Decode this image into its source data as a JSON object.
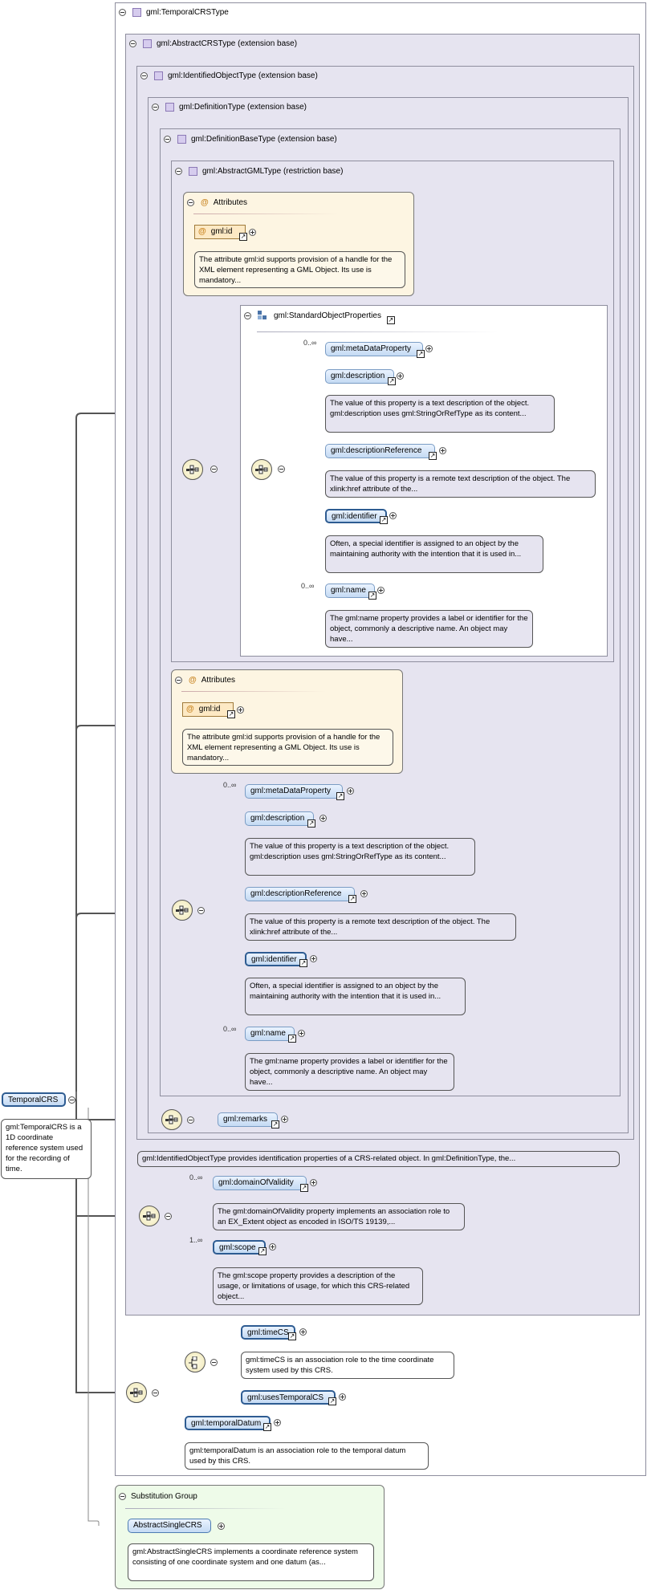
{
  "root": {
    "name": "TemporalCRS",
    "doc": "gml:TemporalCRS is a 1D coordinate reference system used for the recording of time."
  },
  "types": {
    "temporalcrs": "gml:TemporalCRSType",
    "abstractcrs": "gml:AbstractCRSType (extension base)",
    "identified": "gml:IdentifiedObjectType (extension base)",
    "definition": "gml:DefinitionType (extension base)",
    "definitionbase": "gml:DefinitionBaseType (extension base)",
    "abstractgml": "gml:AbstractGMLType (restriction base)"
  },
  "attributes_title": "Attributes",
  "gml_id": {
    "name": "gml:id",
    "doc": "The attribute gml:id supports provision of a handle for the XML element representing a GML Object. Its use is mandatory..."
  },
  "std_props": {
    "group_name": "gml:StandardObjectProperties",
    "meta": {
      "name": "gml:metaDataProperty",
      "card": "0..∞"
    },
    "description": {
      "name": "gml:description",
      "doc": "The value of this property is a text description of the object. gml:description uses gml:StringOrRefType as its content..."
    },
    "descref": {
      "name": "gml:descriptionReference",
      "doc": "The value of this property is a remote text description of the object. The xlink:href attribute of the..."
    },
    "identifier": {
      "name": "gml:identifier",
      "doc": "Often, a special identifier is assigned to an object by the maintaining authority with the intention that it is used in..."
    },
    "name": {
      "name": "gml:name",
      "card": "0..∞",
      "doc": "The gml:name property provides a label or identifier for the object, commonly a descriptive name. An object may have..."
    }
  },
  "remarks": {
    "name": "gml:remarks"
  },
  "identified_doc": "gml:IdentifiedObjectType provides identification properties of a CRS-related object. In gml:DefinitionType, the...",
  "domain": {
    "name": "gml:domainOfValidity",
    "card": "0..∞",
    "doc": "The gml:domainOfValidity property implements an association role to an EX_Extent object as encoded in ISO/TS 19139,..."
  },
  "scope": {
    "name": "gml:scope",
    "card": "1..∞",
    "doc": "The gml:scope property provides a description of the usage, or limitations of usage, for which this CRS-related object..."
  },
  "timecs": {
    "name": "gml:timeCS",
    "doc": "gml:timeCS is an association role to the time coordinate system used by this CRS."
  },
  "usestemporal": {
    "name": "gml:usesTemporalCS"
  },
  "datum": {
    "name": "gml:temporalDatum",
    "doc": "gml:temporalDatum is an association role to the temporal datum used by this CRS."
  },
  "subst": {
    "title": "Substitution Group",
    "name": "AbstractSingleCRS",
    "doc": "gml:AbstractSingleCRS implements a coordinate reference system consisting of one coordinate system and one datum (as..."
  },
  "colors": {
    "frame": "#e6e4f0",
    "element": "#c4daf3",
    "attribute": "#fde9c4",
    "substitution": "#eefbe9"
  },
  "icons": {
    "toggle": "collapse-toggle-icon",
    "type": "complex-type-icon",
    "sequence": "sequence-compositor-icon",
    "choice": "choice-compositor-icon",
    "link": "link-arrow-icon",
    "expand": "expand-plus-icon"
  }
}
